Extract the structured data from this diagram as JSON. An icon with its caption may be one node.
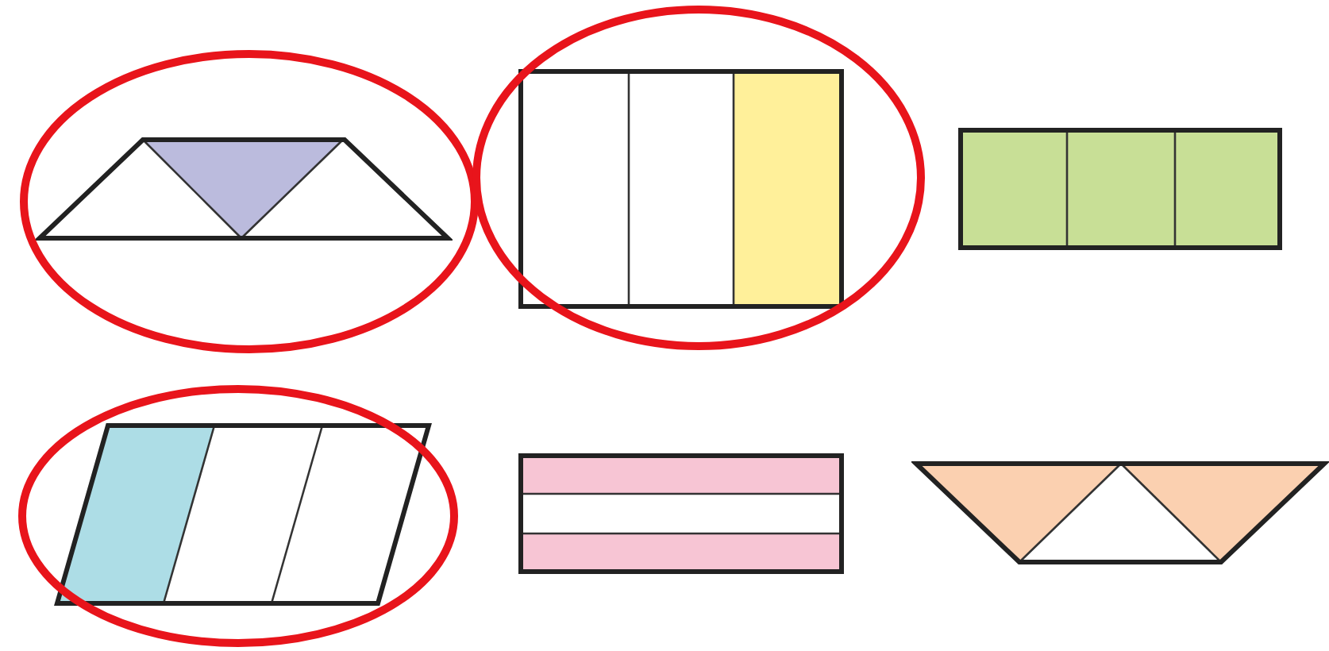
{
  "diagram": {
    "nodes": [
      {
        "text": [],
        "shape": "trapezoid"
      },
      {
        "text": [],
        "shape": "rectangle"
      },
      {
        "text": [],
        "shape": "rectangle"
      },
      {
        "text": [],
        "shape": "parallelogram"
      },
      {
        "text": [],
        "shape": "rectangle"
      },
      {
        "text": [],
        "shape": "trapezoid"
      }
    ]
  }
}
